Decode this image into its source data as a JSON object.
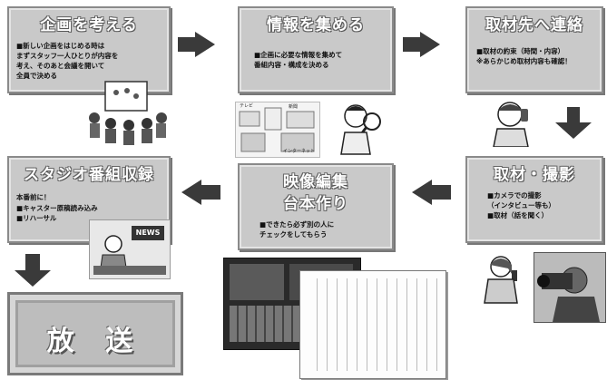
{
  "steps": {
    "planning": {
      "title": "企画を考える",
      "body": "■新しい企画をはじめる時は\n まずスタッフ一人ひとりが内容を\n考え、そのあと会議を開いて\n全員で決める"
    },
    "info": {
      "title": "情報を集める",
      "body": "■企画に必要な情報を集めて\n番組内容・構成を決める"
    },
    "contact": {
      "title": "取材先へ連絡",
      "body": "■取材の約束（時間・内容）\n※あらかじめ取材内容も確認！"
    },
    "interview": {
      "title": "取材・撮影",
      "body": "■カメラでの撮影\n（インタビュー等も）\n■取材（話を聞く）"
    },
    "editing": {
      "title1": "映像編集",
      "title2": "台本作り",
      "body": "■できたら必ず別の人に\nチェックをしてもらう"
    },
    "studio": {
      "title": "スタジオ番組収録",
      "body_heading": "本番前に！",
      "body": "■キャスター原稿読み込み\n■リハーサル"
    },
    "broadcast": {
      "title": "放 送"
    }
  },
  "illustrations": {
    "info_labels": [
      "テレビ",
      "新聞",
      "インターネット"
    ],
    "news_sign": "NEWS"
  },
  "colors": {
    "box_fill": "#c9c9c9",
    "arrow": "#3a3a3a"
  }
}
